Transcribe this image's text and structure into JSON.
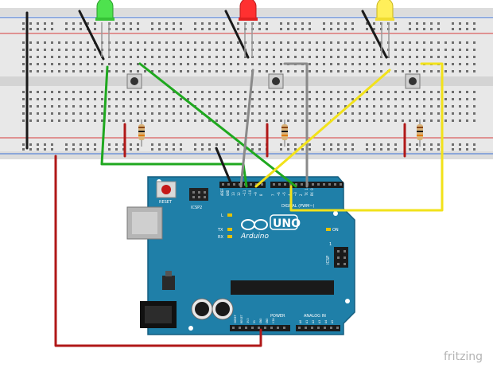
{
  "watermark": "fritzing",
  "board": {
    "reset_label": "RESET",
    "icsp2_label": "ICSP2",
    "brand_label": "Arduino",
    "model_label": "UNO",
    "digital_label": "DIGITAL (PWM~)",
    "on_label": "ON",
    "icsp_label": "ICSP",
    "power_label": "POWER",
    "analog_label": "ANALOG IN",
    "led_l": "L",
    "led_tx": "TX",
    "led_rx": "RX",
    "aref": "AREF",
    "gnd": "GND",
    "pin13": "13",
    "pin12": "12",
    "pin11": "~11",
    "pin10": "~10",
    "pin9": "~9",
    "pin8": "8",
    "pin7": "7",
    "pin6": "~6",
    "pin5": "~5",
    "pin4": "4",
    "pin3": "~3",
    "pin2": "2",
    "pin1": "TX 1",
    "pin0": "RX 0",
    "ioref": "IOREF",
    "reset_pin": "RESET",
    "v33": "3V3",
    "v5": "5V",
    "gnd1": "GND",
    "gnd2": "GND",
    "vin": "VIN",
    "a0": "A0",
    "a1": "A1",
    "a2": "A2",
    "a3": "A3",
    "a4": "A4",
    "a5": "A5",
    "icsp_1": "1"
  },
  "colors": {
    "board": "#1f7fa8",
    "breadboard": "#e6e6e6",
    "wire_green": "#1fa81f",
    "wire_yellow": "#f2e21a",
    "wire_red": "#b01818",
    "wire_gray": "#8a8a8a",
    "wire_black": "#1a1a1a",
    "led_green": "#4ee24e",
    "led_red": "#ff3030",
    "led_yellow": "#ffef5a"
  }
}
